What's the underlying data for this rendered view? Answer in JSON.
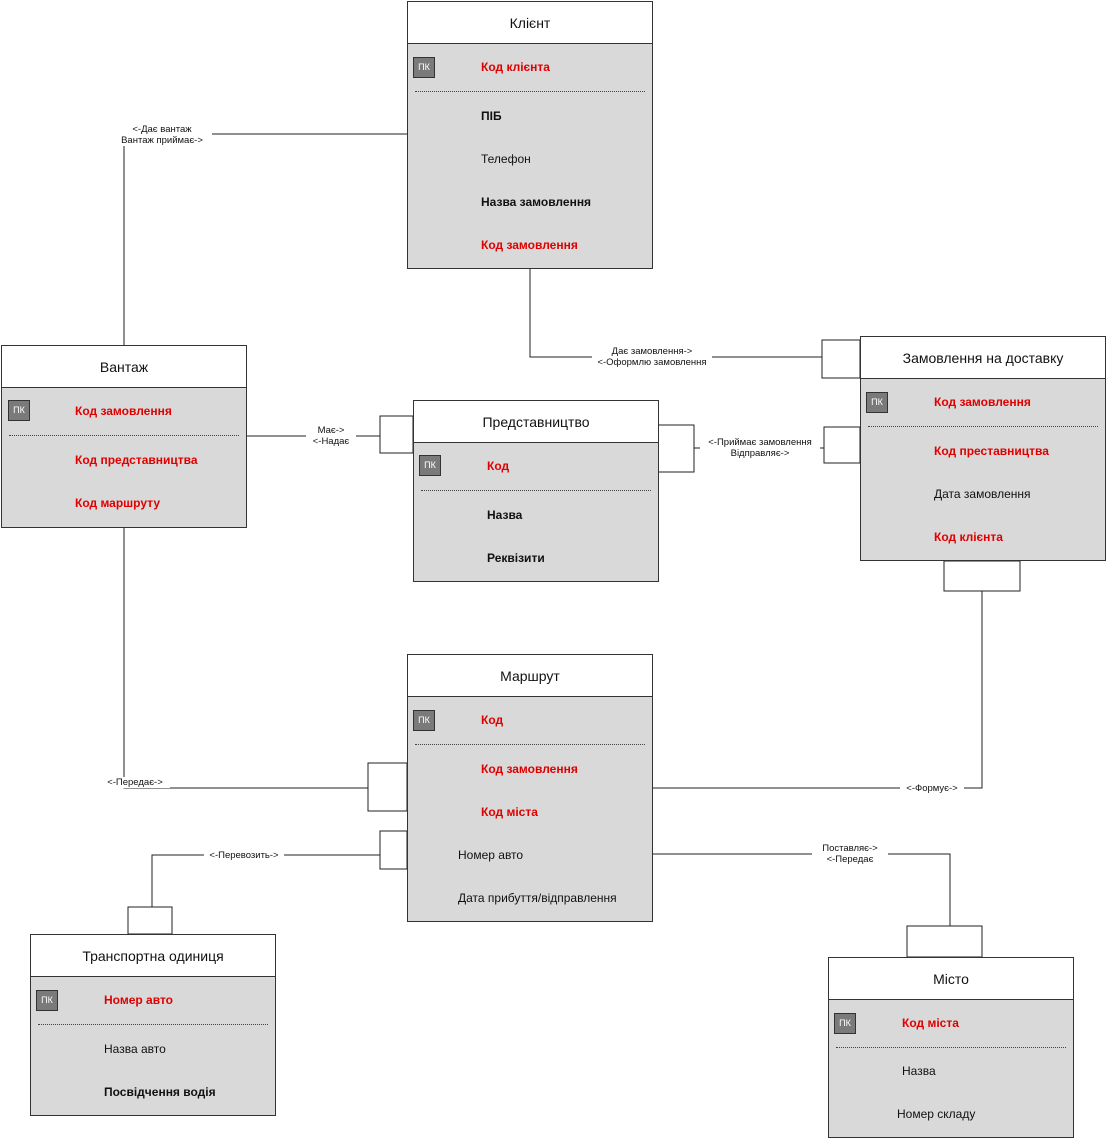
{
  "entities": {
    "client": {
      "title": "Клієнт",
      "pk_badge": "ПК",
      "fields": [
        "Код клієнта",
        "ПІБ",
        "Телефон",
        "Назва замовлення",
        "Код замовлення"
      ]
    },
    "cargo": {
      "title": "Вантаж",
      "pk_badge": "ПК",
      "fields": [
        "Код замовлення",
        "Код представництва",
        "Код маршруту"
      ]
    },
    "office": {
      "title": "Представництво",
      "pk_badge": "ПК",
      "fields": [
        "Код",
        "Назва",
        "Реквізити"
      ]
    },
    "order": {
      "title": "Замовлення на доставку",
      "pk_badge": "ПК",
      "fields": [
        "Код замовлення",
        "Код преставництва",
        "Дата замовлення",
        "Код клієнта"
      ]
    },
    "route": {
      "title": "Маршрут",
      "pk_badge": "ПК",
      "fields": [
        "Код",
        "Код замовлення",
        "Код міста",
        "Номер авто",
        "Дата прибуття/відправлення"
      ]
    },
    "vehicle": {
      "title": "Транспортна одиниця",
      "pk_badge": "ПК",
      "fields": [
        "Номер авто",
        "Назва авто",
        "Посвідчення водія"
      ]
    },
    "city": {
      "title": "Місто",
      "pk_badge": "ПК",
      "fields": [
        "Код міста",
        "Назва",
        "Номер складу"
      ]
    }
  },
  "relationships": {
    "client_cargo": [
      "<-Дає вантаж",
      "Вантаж приймає->"
    ],
    "client_order": [
      "Дає замовлення->",
      "<-Оформлю замовлення"
    ],
    "cargo_office": [
      "Має->",
      "<-Надає"
    ],
    "office_order": [
      "<-Приймає замовлення",
      "Відправляє->"
    ],
    "cargo_route": "<-Передає->",
    "order_route": "<-Формує->",
    "route_vehicle": "<-Перевозить->",
    "route_city": [
      "Поставляє->",
      "<-Передає"
    ]
  },
  "colors": {
    "key_field": "#e00000",
    "entity_body": "#d9d9d9",
    "pk_badge": "#7a7a7a"
  }
}
